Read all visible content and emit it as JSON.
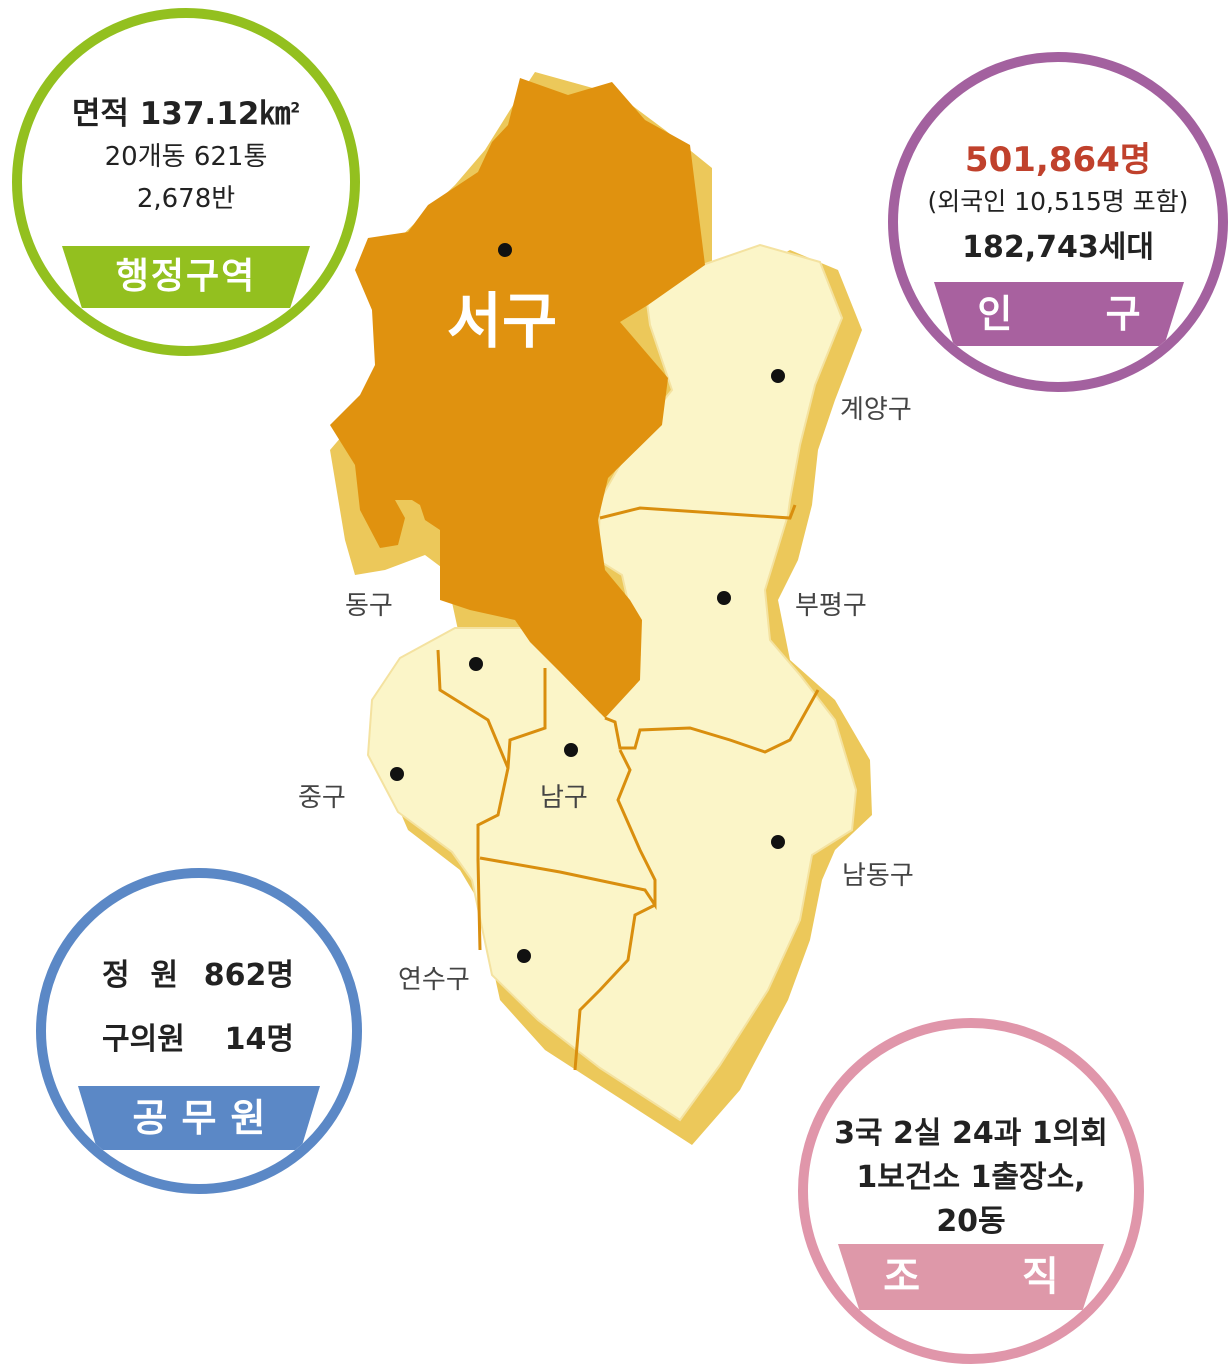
{
  "map": {
    "districts": {
      "seogu": "서구",
      "gyeyang": "계양구",
      "bupyeong": "부평구",
      "donggu": "동구",
      "junggu": "중구",
      "namgu": "남구",
      "namdong": "남동구",
      "yeonsu": "연수구"
    },
    "colors": {
      "highlight": "#e0920f",
      "district_fill": "#fbf5c8",
      "shadow": "#ecc85a",
      "border": "#d98e0e",
      "marker": "#111111"
    }
  },
  "admin": {
    "area_label": "면적",
    "area_value": "137.12㎞",
    "area_sup": "2",
    "units": "20개동 621통",
    "ban": "2,678반",
    "title": "행정구역",
    "color": "#93c01f"
  },
  "population": {
    "total": "501,864명",
    "foreigners": "(외국인 10,515명 포함)",
    "households": "182,743세대",
    "title": "인 구",
    "color": "#a3619f"
  },
  "officials": {
    "quota_label": "정  원",
    "quota_value": "862명",
    "council_label": "구의원",
    "council_value": "14명",
    "title": "공무원",
    "color": "#5b88c6"
  },
  "organization": {
    "line1": "3국 2실 24과 1의회",
    "line2": "1보건소 1출장소,",
    "line3": "20동",
    "title": "조 직",
    "color": "#e096aa"
  }
}
